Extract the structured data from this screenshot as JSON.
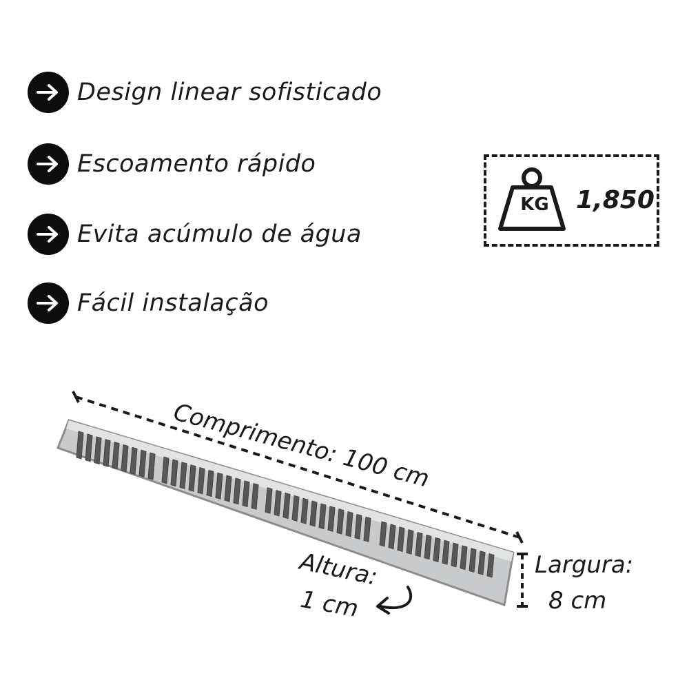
{
  "features": [
    {
      "label": "Design linear sofisticado",
      "icon": "arrow-right-icon"
    },
    {
      "label": "Escoamento rápido",
      "icon": "arrow-right-icon"
    },
    {
      "label": "Evita acúmulo de água",
      "icon": "arrow-right-icon"
    },
    {
      "label": "Fácil instalação",
      "icon": "arrow-right-icon"
    }
  ],
  "weight": {
    "unit_label": "KG",
    "value": "1,850",
    "icon": "weight-icon"
  },
  "dimensions": {
    "length_label": "Comprimento: 100 cm",
    "height_line1": "Altura:",
    "height_line2": "1 cm",
    "width_line1": "Largura:",
    "width_line2": "8 cm"
  },
  "product": {
    "icon": "drain-grate-icon",
    "color": "#c9cacb"
  }
}
